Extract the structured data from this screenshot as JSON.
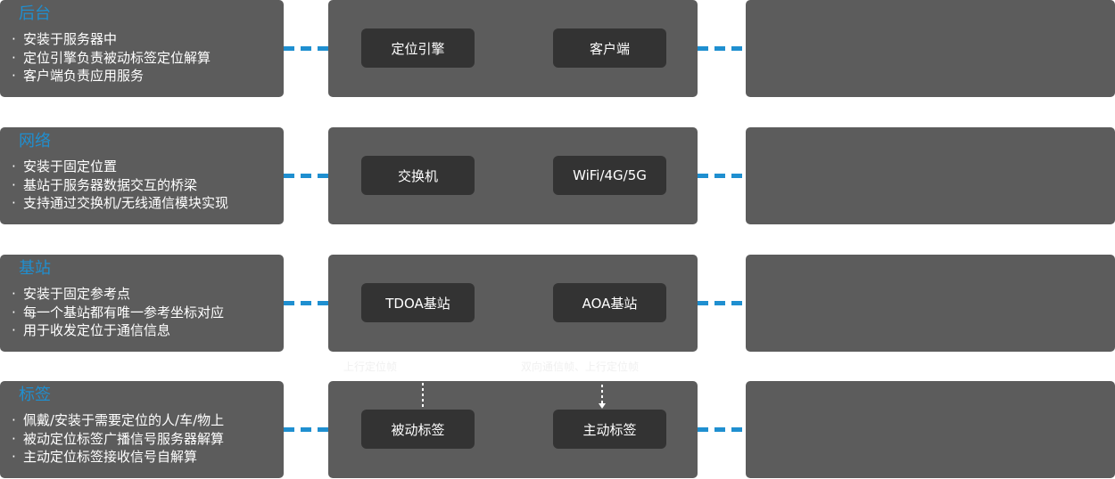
{
  "rows": [
    {
      "title": "后台",
      "items": [
        "安装于服务器中",
        "定位引擎负责被动标签定位解算",
        "客户端负责应用服务"
      ],
      "buttons": [
        "定位引擎",
        "客户端"
      ]
    },
    {
      "title": "网络",
      "items": [
        "安装于固定位置",
        "基站于服务器数据交互的桥梁",
        "支持通过交换机/无线通信模块实现"
      ],
      "buttons": [
        "交换机",
        "WiFi/4G/5G"
      ]
    },
    {
      "title": "基站",
      "items": [
        "安装于固定参考点",
        "每一个基站都有唯一参考坐标对应",
        "用于收发定位于通信信息"
      ],
      "buttons": [
        "TDOA基站",
        "AOA基站"
      ]
    },
    {
      "title": "标签",
      "items": [
        "佩戴/安装于需要定位的人/车/物上",
        "被动定位标签广播信号服务器解算",
        "主动定位标签接收信号自解算"
      ],
      "buttons": [
        "被动标签",
        "主动标签"
      ]
    }
  ],
  "bullet": "·",
  "connector_labels": [
    "上行定位帧",
    "双向通信帧、上行定位帧"
  ],
  "colors": {
    "card": "#5c5c5c",
    "button": "#333333",
    "title_accent": "#1f8fd0",
    "connector": "#1f8fd0"
  }
}
